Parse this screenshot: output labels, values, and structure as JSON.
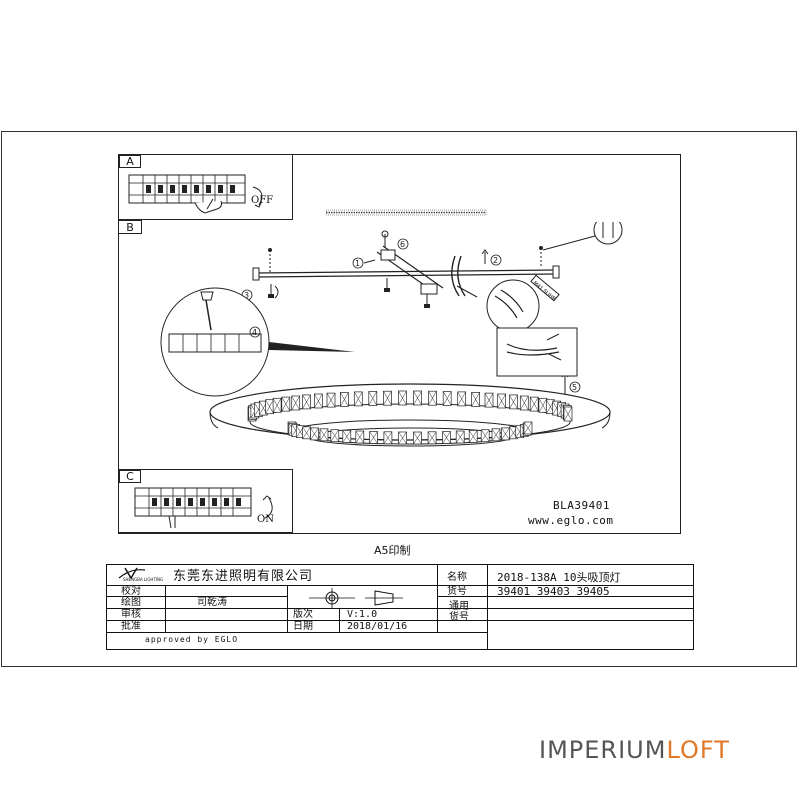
{
  "panels": {
    "a": {
      "tag": "A",
      "switch_label": "OFF"
    },
    "b": {
      "tag": "B",
      "steps": [
        "1",
        "2",
        "3",
        "4",
        "5",
        "6"
      ],
      "wire_tag": "M41.5LIHR"
    },
    "c": {
      "tag": "C",
      "switch_label": "ON"
    }
  },
  "model_code": "BLA39401",
  "website": "www.eglo.com",
  "print_note": "A5印制",
  "title_block": {
    "company": "东莞东进照明有限公司",
    "logo_text": "SHENGBA LIGHTING",
    "rows": {
      "check": "校对",
      "draw": "绘图",
      "drawer_name": "司乾涛",
      "review": "审核",
      "approve": "批准",
      "approved_by": "approved by EGLO"
    },
    "version_label": "版次",
    "version_value": "V:1.0",
    "date_label": "日期",
    "date_value": "2018/01/16",
    "name_label": "名称",
    "name_value": "2018-138A 10头吸顶灯",
    "item_label": "货号",
    "item_value": "39401 39403 39405",
    "general_label_1": "通用",
    "general_label_2": "货号"
  },
  "watermark": {
    "main": "IMPERIUM",
    "accent": "LOFT"
  },
  "colors": {
    "line": "#222222",
    "accent": "#e07828",
    "watermark": "#555555"
  }
}
